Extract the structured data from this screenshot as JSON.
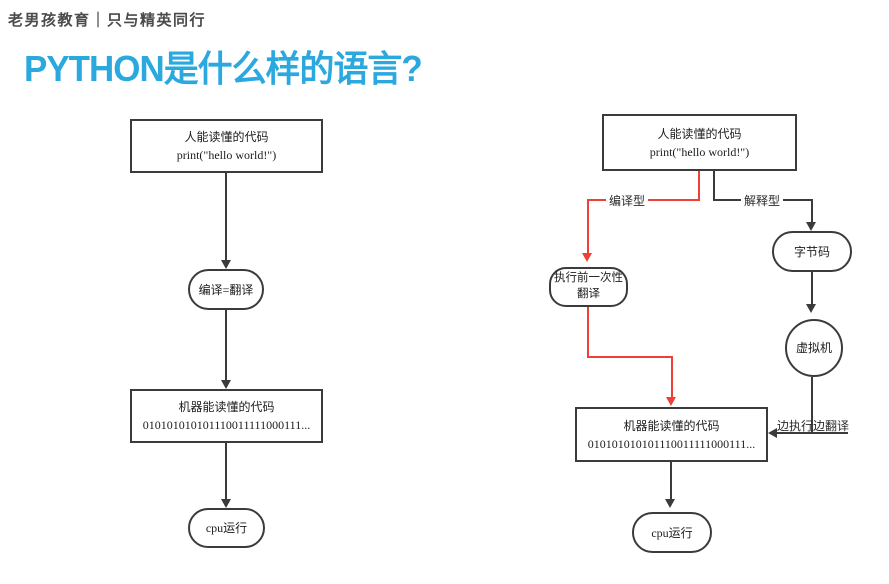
{
  "header": {
    "brand": "老男孩教育｜只与精英同行"
  },
  "title": "PYTHON是什么样的语言?",
  "colors": {
    "accent": "#2BA9DF",
    "red": "#EE4036",
    "line": "#3B3B3B"
  },
  "left_chart": {
    "human_code_line1": "人能读懂的代码",
    "human_code_line2": "print(\"hello world!\")",
    "compile_pill": "编译=翻译",
    "machine_code_line1": "机器能读懂的代码",
    "machine_code_line2": "010101010101110011111000111...",
    "cpu_pill": "cpu运行"
  },
  "right_chart": {
    "human_code_line1": "人能读懂的代码",
    "human_code_line2": "print(\"hello world!\")",
    "compiled_branch_label": "编译型",
    "interpreted_branch_label": "解释型",
    "pretranslate_line1": "执行前一次性",
    "pretranslate_line2": "翻译",
    "bytecode_pill": "字节码",
    "vm_circle": "虚拟机",
    "interpret_while_run_label": "边执行边翻译",
    "machine_code_line1": "机器能读懂的代码",
    "machine_code_line2": "010101010101110011111000111...",
    "cpu_pill": "cpu运行"
  }
}
